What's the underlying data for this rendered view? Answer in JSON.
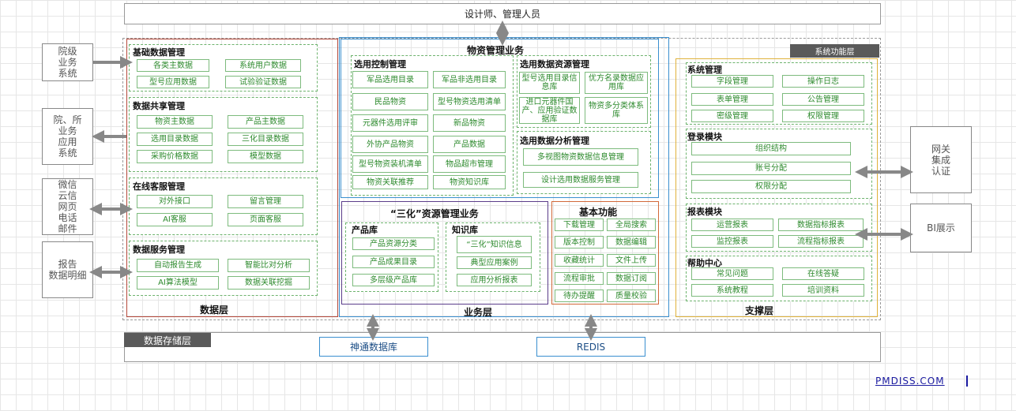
{
  "top_bar": "设计师、管理人员",
  "system_tag": "系统功能层",
  "left_external": [
    "院级\n业务\n系统",
    "院、所\n业务\n应用\n系统",
    "微信\n云信\n网页\n电话\n邮件",
    "报告\n数据明细"
  ],
  "right_external": [
    "网关\n集成\n认证",
    "BI展示"
  ],
  "data_layer": {
    "label": "数据层",
    "groups": [
      {
        "title": "基础数据管理",
        "items": [
          "各类主数据",
          "系统用户数据",
          "型号应用数据",
          "试验验证数据"
        ]
      },
      {
        "title": "数据共享管理",
        "items": [
          "物资主数据",
          "产品主数据",
          "选用目录数据",
          "三化目录数据",
          "采购价格数据",
          "模型数据"
        ]
      },
      {
        "title": "在线客服管理",
        "items": [
          "对外接口",
          "留言管理",
          "AI客服",
          "页面客服"
        ]
      },
      {
        "title": "数据服务管理",
        "items": [
          "自动报告生成",
          "智能比对分析",
          "AI算法模型",
          "数据关联挖掘"
        ]
      }
    ]
  },
  "business_layer": {
    "label": "业务层",
    "materials_title": "物资管理业务",
    "groups": [
      {
        "title": "选用控制管理",
        "items": [
          "军品选用目录",
          "军品非选用目录",
          "民品物资",
          "型号物资选用清单",
          "元器件选用评审",
          "新品物资",
          "外协产品物资",
          "产品数据",
          "型号物资装机清单",
          "物品超市管理",
          "物资关联推荐",
          "物资知识库"
        ]
      },
      {
        "title": "选用数据资源管理",
        "items": [
          "型号选用目录信息库",
          "优方名录数据应用库",
          "进口元器件国产、应用验证数据库",
          "物资多分类体系库"
        ]
      },
      {
        "title": "选用数据分析管理",
        "items": [
          "多视图物资数据信息管理",
          "设计选用数据服务管理"
        ]
      }
    ],
    "sanhua_title": "“三化”资源管理业务",
    "sanhua_groups": [
      {
        "title": "产品库",
        "items": [
          "产品资源分类",
          "产品成果目录",
          "多层级产品库"
        ]
      },
      {
        "title": "知识库",
        "items": [
          "“三化”知识信息",
          "典型应用案例",
          "应用分析报表"
        ]
      }
    ],
    "basic_title": "基本功能",
    "basic_items": [
      "下载管理",
      "全局搜索",
      "版本控制",
      "数据编辑",
      "收藏统计",
      "文件上传",
      "流程审批",
      "数据订阅",
      "待办提醒",
      "质量校验"
    ]
  },
  "support_layer": {
    "label": "支撑层",
    "groups": [
      {
        "title": "系统管理",
        "items": [
          "字段管理",
          "操作日志",
          "表单管理",
          "公告管理",
          "密级管理",
          "权限管理"
        ]
      },
      {
        "title": "登录模块",
        "items": [
          "组织结构",
          "账号分配",
          "权限分配"
        ]
      },
      {
        "title": "报表模块",
        "items": [
          "运营报表",
          "数据指标报表",
          "监控报表",
          "流程指标报表"
        ]
      },
      {
        "title": "帮助中心",
        "items": [
          "常见问题",
          "在线答疑",
          "系统教程",
          "培训资料"
        ]
      }
    ]
  },
  "storage": {
    "tag": "数据存储层",
    "db1": "神通数据库",
    "db2": "REDIS"
  },
  "footer": "PMDISS.COM"
}
